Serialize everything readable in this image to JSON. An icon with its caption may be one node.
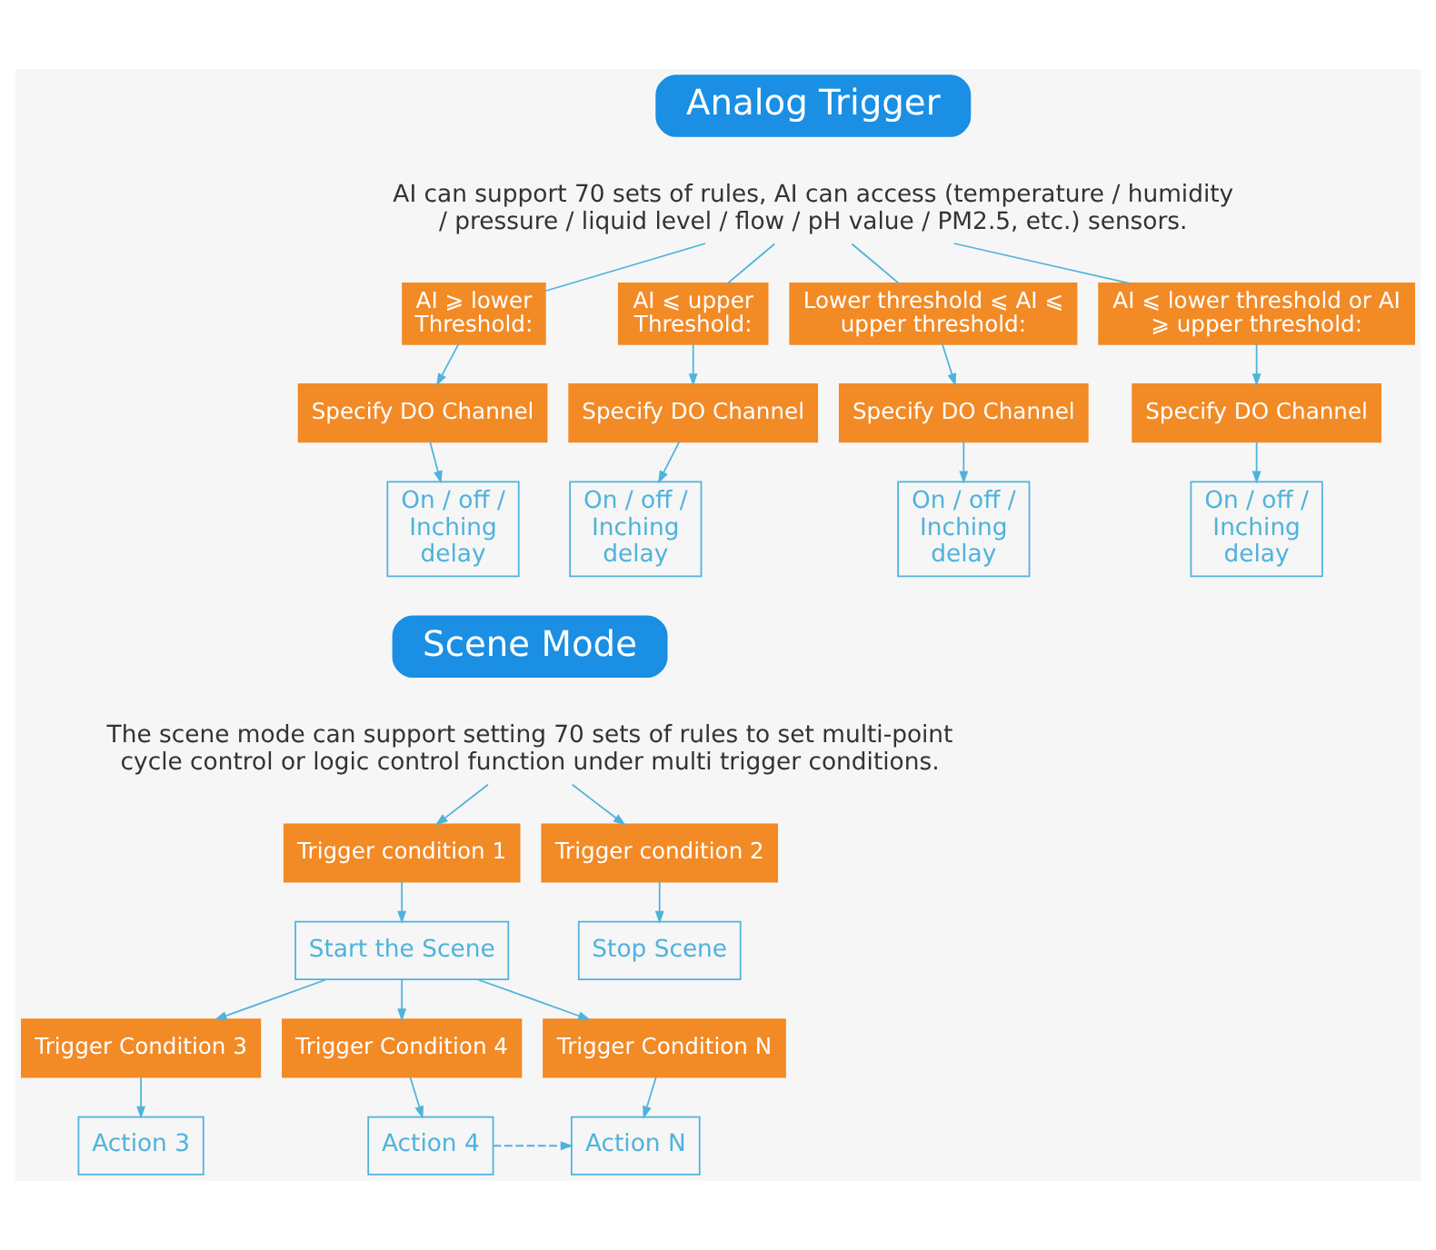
{
  "diagram": {
    "nodes": [
      {
        "text": [
          "Analog Trigger"
        ]
      },
      {
        "text": [
          "AI can support 70 sets of rules, AI can access (temperature / humidity / pressure / liquid level / flow / pH value / PM2.5, etc.) sensors."
        ]
      },
      {
        "text": [
          "AI ⩾ lower Threshold:"
        ]
      },
      {
        "text": [
          "AI ⩽ upper Threshold:"
        ]
      },
      {
        "text": [
          "Lower threshold ⩽ AI ⩽ upper threshold:"
        ]
      },
      {
        "text": [
          "AI ⩽ lower threshold or AI ⩾ upper threshold:"
        ]
      },
      {
        "text": [
          "Specify DO Channel"
        ]
      },
      {
        "text": [
          "Specify DO Channel"
        ]
      },
      {
        "text": [
          "Specify DO Channel"
        ]
      },
      {
        "text": [
          "Specify DO Channel"
        ]
      },
      {
        "text": [
          "On / off / Inching delay"
        ]
      },
      {
        "text": [
          "On / off / Inching delay"
        ]
      },
      {
        "text": [
          "On / off / Inching delay"
        ]
      },
      {
        "text": [
          "On / off / Inching delay"
        ]
      },
      {
        "text": [
          "Scene Mode"
        ]
      },
      {
        "text": [
          "The scene mode can support setting 70 sets of rules to set multi-point cycle control or logic control function under multi trigger conditions."
        ]
      },
      {
        "text": [
          "Trigger condition 1"
        ]
      },
      {
        "text": [
          "Trigger condition 2"
        ]
      },
      {
        "text": [
          "Start the Scene"
        ]
      },
      {
        "text": [
          "Stop Scene"
        ]
      },
      {
        "text": [
          "Trigger Condition 3"
        ]
      },
      {
        "text": [
          "Trigger Condition 4"
        ]
      },
      {
        "text": [
          "Trigger Condition N"
        ]
      },
      {
        "text": [
          "Action 3"
        ]
      },
      {
        "text": [
          "Action 4"
        ]
      },
      {
        "text": [
          "Action N"
        ]
      }
    ],
    "edges": [
      {
        "from": 1,
        "to": 2,
        "arrow": "none"
      },
      {
        "from": 1,
        "to": 3,
        "arrow": "none"
      },
      {
        "from": 1,
        "to": 4,
        "arrow": "none"
      },
      {
        "from": 1,
        "to": 5,
        "arrow": "none"
      },
      {
        "from": 2,
        "to": 6,
        "arrow": "to"
      },
      {
        "from": 3,
        "to": 7,
        "arrow": "to"
      },
      {
        "from": 4,
        "to": 8,
        "arrow": "to"
      },
      {
        "from": 5,
        "to": 9,
        "arrow": "to"
      },
      {
        "from": 6,
        "to": 10,
        "arrow": "to"
      },
      {
        "from": 7,
        "to": 11,
        "arrow": "to"
      },
      {
        "from": 8,
        "to": 12,
        "arrow": "to"
      },
      {
        "from": 9,
        "to": 13,
        "arrow": "to"
      },
      {
        "from": 15,
        "to": 16,
        "arrow": "to"
      },
      {
        "from": 15,
        "to": 17,
        "arrow": "to"
      },
      {
        "from": 16,
        "to": 18,
        "arrow": "to"
      },
      {
        "from": 17,
        "to": 19,
        "arrow": "to"
      },
      {
        "from": 18,
        "to": 20,
        "arrow": "to"
      },
      {
        "from": 18,
        "to": 21,
        "arrow": "to"
      },
      {
        "from": 18,
        "to": 22,
        "arrow": "to"
      },
      {
        "from": 20,
        "to": 23,
        "arrow": "to"
      },
      {
        "from": 21,
        "to": 24,
        "arrow": "to"
      },
      {
        "from": 22,
        "to": 25,
        "arrow": "to"
      },
      {
        "from": 24,
        "to": 25,
        "arrow": "to",
        "style": "dashed"
      }
    ]
  }
}
